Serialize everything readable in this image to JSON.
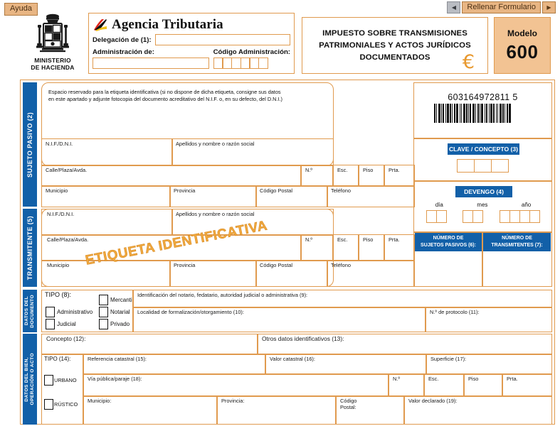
{
  "toolbar": {
    "help_label": "Ayuda",
    "fill_form_label": "Rellenar Formulario",
    "prev_icon": "◀",
    "next_icon": "▶"
  },
  "header": {
    "ministry_line1": "MINISTERIO",
    "ministry_line2": "DE HACIENDA",
    "agency_name": "Agencia Tributaria",
    "delegacion_label": "Delegación de (1):",
    "delegacion_value": "",
    "administracion_label": "Administración de:",
    "administracion_value": "",
    "codigo_admin_label": "Código Administración:",
    "codigo_admin_boxes": 6,
    "tax_title_line1": "IMPUESTO SOBRE TRANSMISIONES",
    "tax_title_line2": "PATRIMONIALES Y ACTOS JURÍDICOS",
    "tax_title_line3": "DOCUMENTADOS",
    "euro_symbol": "€",
    "modelo_label": "Modelo",
    "modelo_number": "600"
  },
  "sujeto_pasivo": {
    "tab_label": "SUJETO PASIVO (2)",
    "etiqueta_note_line1": "Espacio reservado para la etiqueta identificativa (si no dispone de dicha etiqueta, consigne sus datos",
    "etiqueta_note_line2": "en este apartado y adjunte fotocopia del documento acreditativo del N.I.F. o, en su defecto, del D.N.I.)",
    "nif_label": "N.I.F./D.N.I.",
    "apellidos_label": "Apellidos y nombre o razón social",
    "calle_label": "Calle/Plaza/Avda.",
    "numero_label": "N.º",
    "esc_label": "Esc.",
    "piso_label": "Piso",
    "prta_label": "Prta.",
    "municipio_label": "Municipio",
    "provincia_label": "Provincia",
    "codigo_postal_label": "Código Postal",
    "telefono_label": "Teléfono"
  },
  "barcode": {
    "number": "603164972811 5"
  },
  "clave_concepto": {
    "title": "CLAVE / CONCEPTO (3)",
    "boxes": 3
  },
  "devengo": {
    "title": "DEVENGO (4)",
    "dia_label": "día",
    "mes_label": "mes",
    "anio_label": "año",
    "dia_boxes": 2,
    "mes_boxes": 2,
    "anio_boxes": 4
  },
  "contadores": {
    "sujetos_pasivos_line1": "NÚMERO DE",
    "sujetos_pasivos_line2": "SUJETOS PASIVOS (6):",
    "transmitentes_line1": "NÚMERO DE",
    "transmitentes_line2": "TRANSMITENTES (7):"
  },
  "transmitente": {
    "tab_label": "TRANSMITENTE (5)",
    "nif_label": "N.I.F./D.N.I.",
    "apellidos_label": "Apellidos y nombre o razón social",
    "calle_label": "Calle/Plaza/Avda.",
    "numero_label": "N.º",
    "esc_label": "Esc.",
    "piso_label": "Piso",
    "prta_label": "Prta.",
    "municipio_label": "Municipio",
    "provincia_label": "Provincia",
    "codigo_postal_label": "Código Postal",
    "telefono_label": "Teléfono",
    "watermark": "ETIQUETA IDENTIFICATIVA"
  },
  "datos_documento": {
    "tab_line1": "DATOS DEL",
    "tab_line2": "DOCUMENTO",
    "tipo_label": "TIPO (8):",
    "options_left": [
      "Administrativo",
      "Judicial"
    ],
    "options_right": [
      "Mercantil",
      "Notarial",
      "Privado"
    ],
    "notario_label": "Identificación del notario, fedatario, autoridad judicial o administrativa (9):",
    "localidad_label": "Localidad de formalización/otorgamiento (10):",
    "protocolo_label": "N.º de protocolo (11):"
  },
  "datos_bien": {
    "tab_line1": "DATOS DEL BIEN,",
    "tab_line2": "OPERACIÓN O ACTO",
    "concepto_label": "Concepto (12):",
    "otros_datos_label": "Otros datos identificativos (13):",
    "tipo_label": "TIPO (14):",
    "urbano_label": "URBANO",
    "rustico_label": "RÚSTICO",
    "referencia_catastral_label": "Referencia catastral (15):",
    "valor_catastral_label": "Valor catastral (16):",
    "superficie_label": "Superficie (17):",
    "via_publica_label": "Vía pública/paraje (18):",
    "numero_label": "N.º",
    "esc_label": "Esc.",
    "piso_label": "Piso",
    "prta_label": "Prta.",
    "municipio_label": "Municipio:",
    "provincia_label": "Provincia:",
    "codigo_postal_line1": "Código",
    "codigo_postal_line2": "Postal:",
    "valor_declarado_label": "Valor declarado (19):"
  },
  "colors": {
    "orange_border": "#e09a4e",
    "orange_fill": "#f2c393",
    "blue_tab": "#1260a8",
    "watermark_orange": "#f0a93f"
  }
}
